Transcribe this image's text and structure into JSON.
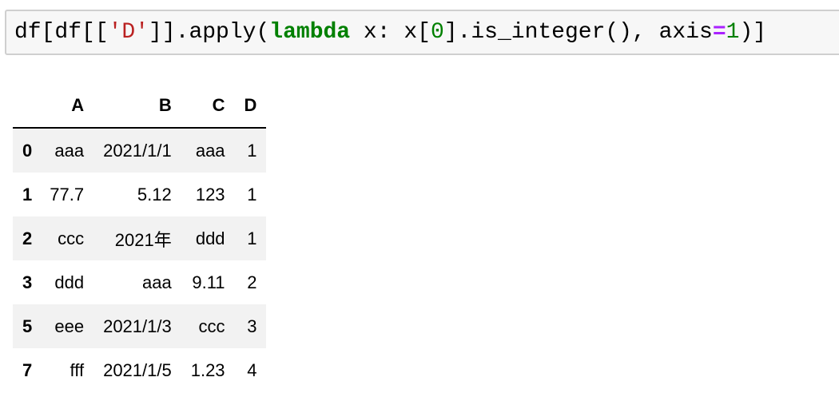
{
  "code_cell": {
    "tokens": [
      {
        "text": "df[df[[",
        "type": "plain"
      },
      {
        "text": "'D'",
        "type": "str"
      },
      {
        "text": "]].apply(",
        "type": "plain"
      },
      {
        "text": "lambda",
        "type": "kw"
      },
      {
        "text": " x: x[",
        "type": "plain"
      },
      {
        "text": "0",
        "type": "num"
      },
      {
        "text": "].is_integer(), axis",
        "type": "plain"
      },
      {
        "text": "=",
        "type": "op"
      },
      {
        "text": "1",
        "type": "num"
      },
      {
        "text": ")]",
        "type": "plain"
      }
    ]
  },
  "table": {
    "columns": [
      "A",
      "B",
      "C",
      "D"
    ],
    "rows": [
      {
        "index": "0",
        "cells": [
          "aaa",
          "2021/1/1",
          "aaa",
          "1"
        ]
      },
      {
        "index": "1",
        "cells": [
          "77.7",
          "5.12",
          "123",
          "1"
        ]
      },
      {
        "index": "2",
        "cells": [
          "ccc",
          "2021年",
          "ddd",
          "1"
        ]
      },
      {
        "index": "3",
        "cells": [
          "ddd",
          "aaa",
          "9.11",
          "2"
        ]
      },
      {
        "index": "5",
        "cells": [
          "eee",
          "2021/1/3",
          "ccc",
          "3"
        ]
      },
      {
        "index": "7",
        "cells": [
          "fff",
          "2021/1/5",
          "1.23",
          "4"
        ]
      }
    ]
  }
}
